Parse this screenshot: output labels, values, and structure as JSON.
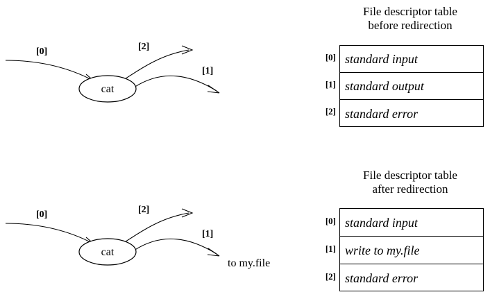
{
  "figure": {
    "caption_top": "File descriptor table before redirection",
    "caption_bottom": "File descriptor table after redirection"
  },
  "titles": {
    "before": {
      "line1": "File descriptor table",
      "line2": "before redirection"
    },
    "after": {
      "line1": "File descriptor table",
      "line2": "after redirection"
    }
  },
  "diagram_before": {
    "process_label": "cat",
    "arrow_in_label": "[0]",
    "arrow_err_label": "[2]",
    "arrow_out_label": "[1]"
  },
  "diagram_after": {
    "process_label": "cat",
    "arrow_in_label": "[0]",
    "arrow_err_label": "[2]",
    "arrow_out_label": "[1]",
    "sink_label": "to my.file"
  },
  "table_before": {
    "rows": [
      {
        "index": "[0]",
        "value": "standard input"
      },
      {
        "index": "[1]",
        "value": "standard output"
      },
      {
        "index": "[2]",
        "value": "standard error"
      }
    ]
  },
  "table_after": {
    "rows": [
      {
        "index": "[0]",
        "value": "standard input"
      },
      {
        "index": "[1]",
        "value": "write to my.file"
      },
      {
        "index": "[2]",
        "value": "standard error"
      }
    ]
  },
  "colors": {
    "ink": "#000000",
    "page": "#ffffff"
  }
}
